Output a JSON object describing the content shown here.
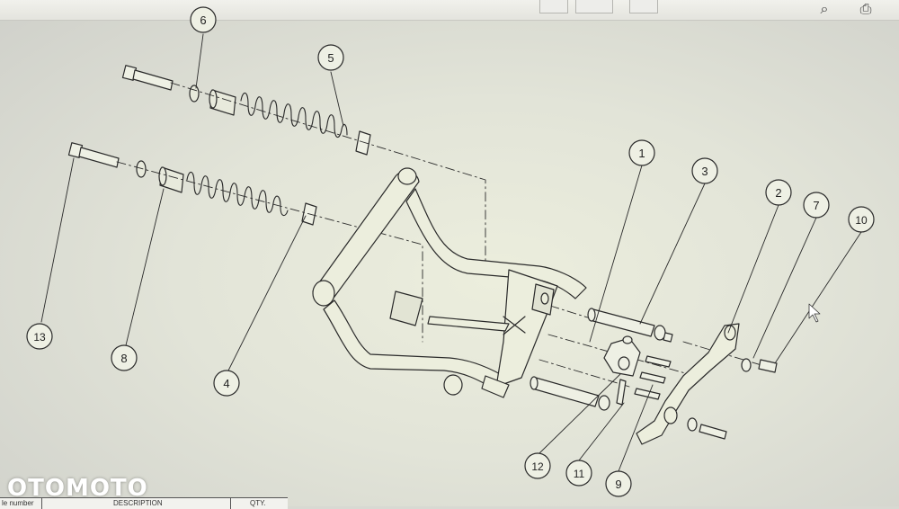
{
  "watermark": "OTOMOTO",
  "toolbar": {
    "icons": [
      "search-icon",
      "print-icon"
    ]
  },
  "bom_table": {
    "headers": [
      "le number",
      "DESCRIPTION",
      "QTY."
    ]
  },
  "callouts": [
    "1",
    "2",
    "3",
    "4",
    "5",
    "6",
    "7",
    "8",
    "9",
    "10",
    "11",
    "12",
    "13"
  ]
}
